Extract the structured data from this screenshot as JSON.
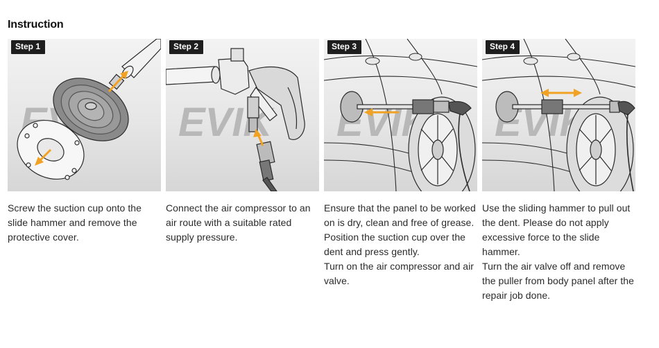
{
  "heading": "Instruction",
  "watermark": "EVIK",
  "colors": {
    "arrow": "#f2a222",
    "badge": "#1e1e1e",
    "line": "#2a2a2a",
    "watermark": "#b5b5b5"
  },
  "steps": [
    {
      "badge": "Step 1",
      "lines": [
        "Screw the suction cup onto the slide hammer and remove the protective cover."
      ]
    },
    {
      "badge": "Step 2",
      "lines": [
        "Connect the air compressor to an air route with a suitable rated supply pressure."
      ]
    },
    {
      "badge": "Step 3",
      "lines": [
        "Ensure that the panel to be worked on is dry, clean and free of grease.",
        "Position the suction cup over the dent and press gently.",
        "Turn on the air compressor and air valve."
      ]
    },
    {
      "badge": "Step 4",
      "lines": [
        "Use the sliding hammer to pull out the dent. Please do not apply excessive force to the slide hammer.",
        "Turn the air valve off and remove the puller from body panel after the repair job done."
      ]
    }
  ]
}
